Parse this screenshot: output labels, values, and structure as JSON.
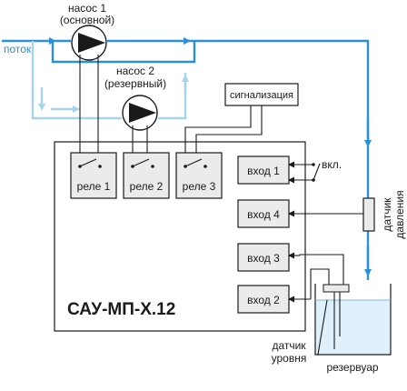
{
  "diagram": {
    "title": "САУ-МП-Х.12",
    "pump1": {
      "line1": "насос 1",
      "line2": "(основной)"
    },
    "pump2": {
      "line1": "насос 2",
      "line2": "(резервный)"
    },
    "flow_label": "поток",
    "alarm_label": "сигнализация",
    "relays": [
      "реле 1",
      "реле 2",
      "реле 3"
    ],
    "inputs": [
      "вход 1",
      "вход 4",
      "вход 3",
      "вход 2"
    ],
    "switch_label": "вкл.",
    "pressure_sensor": {
      "line1": "датчик",
      "line2": "давления"
    },
    "level_sensor": {
      "line1": "датчик",
      "line2": "уровня"
    },
    "tank_label": "резервуар",
    "colors": {
      "pipe": "#2a90d8",
      "pipe_light": "#a8d3ef",
      "tank_water": "#dff0fa",
      "block_fill": "#ebebeb"
    }
  }
}
